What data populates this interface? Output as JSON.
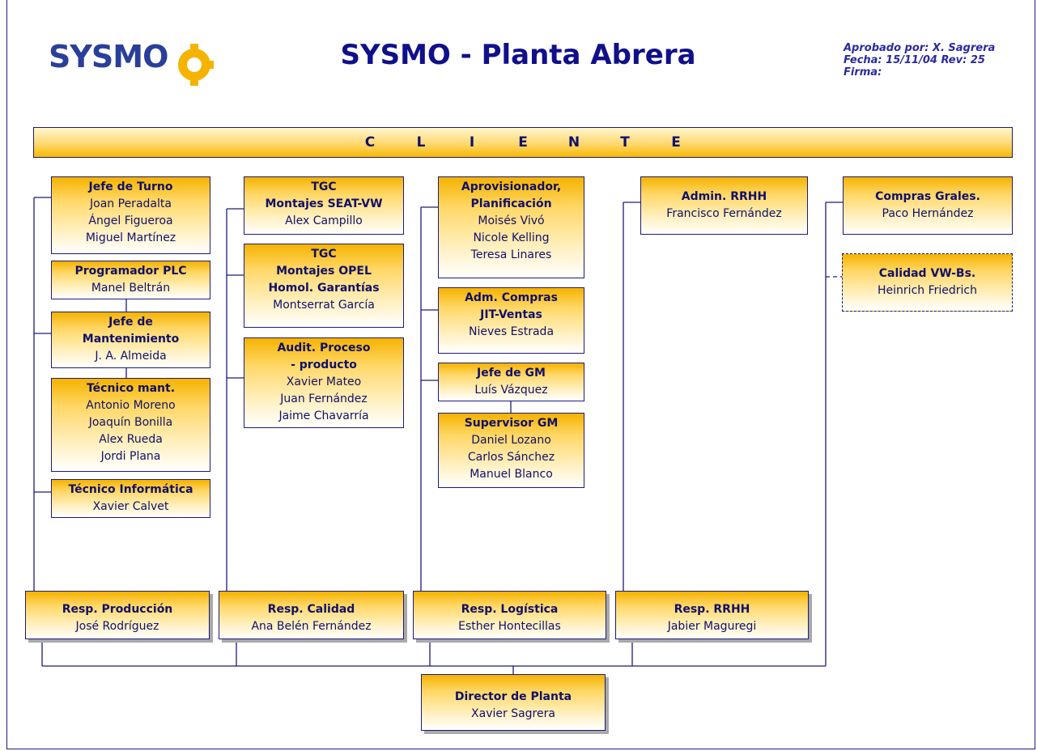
{
  "header": {
    "logo_text": "SYSMO",
    "title": "SYSMO - Planta Abrera",
    "approval": [
      "Aprobado por: X. Sagrera",
      "Fecha: 15/11/04 Rev: 25",
      "Firma:"
    ]
  },
  "cliente": [
    "C",
    "L",
    "I",
    "E",
    "N",
    "T",
    "E"
  ],
  "produccion": {
    "jefe_turno": {
      "title": "Jefe de Turno",
      "names": [
        "Joan Peradalta",
        "Ángel Figueroa",
        "Miguel Martínez"
      ]
    },
    "programador": {
      "title": "Programador PLC",
      "names": [
        "Manel Beltrán"
      ]
    },
    "jefe_mant": {
      "title": [
        "Jefe de",
        "Mantenimiento"
      ],
      "names": [
        "J. A. Almeida"
      ]
    },
    "tecnico_mant": {
      "title": "Técnico mant.",
      "names": [
        "Antonio Moreno",
        "Joaquín Bonilla",
        "Alex Rueda",
        "Jordi Plana"
      ]
    },
    "tecnico_inf": {
      "title": "Técnico Informática",
      "names": [
        "Xavier Calvet"
      ]
    },
    "resp": {
      "title": "Resp. Producción",
      "name": "José Rodríguez"
    }
  },
  "calidad": {
    "tgc_seat": {
      "title": [
        "TGC",
        "Montajes SEAT-VW"
      ],
      "names": [
        "Alex Campillo"
      ]
    },
    "tgc_opel": {
      "title": [
        "TGC",
        "Montajes OPEL",
        "Homol. Garantías"
      ],
      "names": [
        "Montserrat García"
      ]
    },
    "audit": {
      "title": [
        "Audit. Proceso",
        "- producto"
      ],
      "names": [
        "Xavier Mateo",
        "Juan Fernández",
        "Jaime Chavarría"
      ]
    },
    "resp": {
      "title": "Resp. Calidad",
      "name": "Ana Belén Fernández"
    }
  },
  "logistica": {
    "aprov": {
      "title": [
        "Aprovisionador,",
        "Planificación"
      ],
      "names": [
        "Moisés Vivó",
        "Nicole Kelling",
        "Teresa Linares"
      ]
    },
    "adm_compras": {
      "title": [
        "Adm. Compras",
        "JIT-Ventas"
      ],
      "names": [
        "Nieves Estrada"
      ]
    },
    "jefe_gm": {
      "title": "Jefe de GM",
      "names": [
        "Luís Vázquez"
      ]
    },
    "supervisor_gm": {
      "title": "Supervisor GM",
      "names": [
        "Daniel Lozano",
        "Carlos Sánchez",
        "Manuel Blanco"
      ]
    },
    "resp": {
      "title": "Resp. Logística",
      "name": "Esther Hontecillas"
    }
  },
  "rrhh": {
    "admin": {
      "title": "Admin. RRHH",
      "names": [
        "Francisco Fernández"
      ]
    },
    "resp": {
      "title": "Resp. RRHH",
      "name": "Jabier Maguregi"
    }
  },
  "compras": {
    "grales": {
      "title": "Compras Grales.",
      "names": [
        "Paco Hernández"
      ]
    },
    "calidad_vw": {
      "title": "Calidad VW-Bs.",
      "names": [
        "Heinrich Friedrich"
      ]
    }
  },
  "director": {
    "title": "Director de Planta",
    "name": "Xavier Sagrera"
  }
}
